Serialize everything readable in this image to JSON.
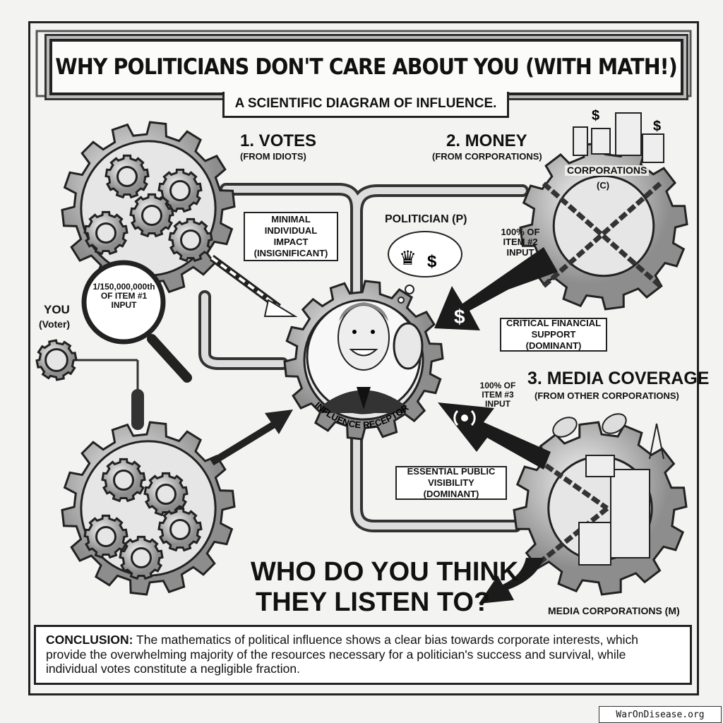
{
  "title": "WHY POLITICIANS DON'T CARE ABOUT YOU (WITH MATH!)",
  "subtitle": "A SCIENTIFIC DIAGRAM OF INFLUENCE.",
  "votes": {
    "label": "1. VOTES",
    "source": "(FROM IDIOTS)"
  },
  "money": {
    "label": "2. MONEY",
    "source": "(FROM CORPORATIONS)"
  },
  "media": {
    "label": "3. MEDIA COVERAGE",
    "source": "(FROM OTHER CORPORATIONS)"
  },
  "minimal_box": "MINIMAL INDIVIDUAL IMPACT (INSIGNIFICANT)",
  "politician_label": "POLITICIAN (P)",
  "item2_input": "100% OF ITEM #2 INPUT",
  "item3_input": "100% OF ITEM #3 INPUT",
  "item1_input": "1/150,000,000th OF ITEM #1 INPUT",
  "critical_box": "CRITICAL FINANCIAL SUPPORT (DOMINANT)",
  "essential_box": "ESSENTIAL PUBLIC VISIBILITY (DOMINANT)",
  "you_label": "YOU",
  "voter_label": "(Voter)",
  "corporations_label": "CORPORATIONS",
  "corporations_sub": "(C)",
  "receptor_label": "INFLUENCE RECEPTOR",
  "question_line1": "WHO DO YOU THINK",
  "question_line2": "THEY LISTEN TO?",
  "media_corps_label": "MEDIA CORPORATIONS (M)",
  "conclusion": {
    "heading": "CONCLUSION:",
    "text": "The mathematics of political influence shows a clear bias towards corporate interests, which provide the overwhelming majority of the resources necessary for a politician's success and survival, while individual votes constitute a negligible fraction."
  },
  "watermark": "WarOnDisease.org",
  "colors": {
    "ink": "#111111",
    "paper": "#f3f3f1",
    "metal": "#9a9a9a"
  }
}
